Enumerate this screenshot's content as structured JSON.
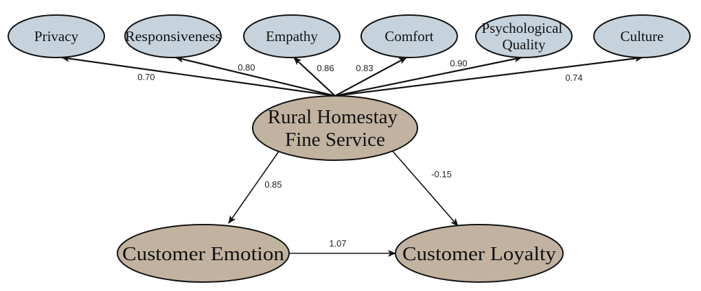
{
  "nodes": {
    "privacy": "Privacy",
    "responsiveness": "Responsiveness",
    "empathy": "Empathy",
    "comfort": "Comfort",
    "psychological_quality": [
      "Psychological",
      "Quality"
    ],
    "culture": "Culture",
    "rural_homestay_fine_service": [
      "Rural Homestay",
      "Fine Service"
    ],
    "customer_emotion": "Customer Emotion",
    "customer_loyalty": "Customer Loyalty"
  },
  "weights": {
    "privacy": "0.70",
    "responsiveness": "0.80",
    "empathy": "0.86",
    "comfort": "0.83",
    "psychological_quality": "0.90",
    "culture": "0.74",
    "service_to_emotion": "0.85",
    "service_to_loyalty": "-0.15",
    "emotion_to_loyalty": "1.07"
  },
  "colors": {
    "top_nodes": "#c7d3dc",
    "main_nodes": "#c2b3a1",
    "lines": "#111111"
  }
}
